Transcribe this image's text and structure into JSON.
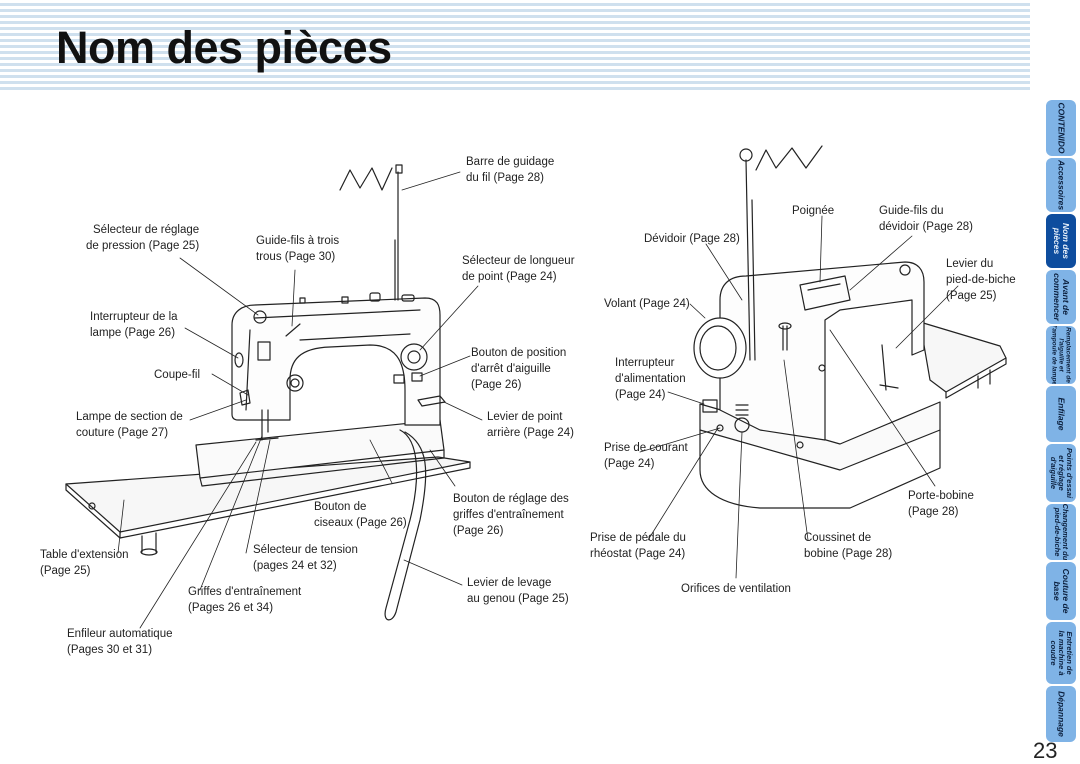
{
  "title": "Nom des pièces",
  "page_number": "23",
  "labels": {
    "barre_guidage": "Barre de guidage\ndu fil (Page 28)",
    "selecteur_pression": "Sélecteur de réglage\nde pression (Page 25)",
    "guide_fils_trois": "Guide-fils à trois\ntrous (Page 30)",
    "selecteur_longueur": "Sélecteur de longueur\nde point (Page 24)",
    "interrupteur_lampe": "Interrupteur de la\nlampe (Page 26)",
    "coupe_fil": "Coupe-fil",
    "bouton_position": "Bouton de position\nd'arrêt d'aiguille\n(Page 26)",
    "lampe_section": "Lampe de section de\ncouture (Page 27)",
    "levier_arriere": "Levier de point\narrière (Page 24)",
    "bouton_ciseaux": "Bouton de\nciseaux (Page 26)",
    "bouton_griffes": "Bouton de réglage des\ngriffes d'entraînement\n(Page 26)",
    "table_extension": "Table d'extension\n(Page 25)",
    "selecteur_tension": "Sélecteur de tension\n(pages 24 et 32)",
    "levier_levage": "Levier de levage\nau genou (Page 25)",
    "griffes": "Griffes d'entraînement\n(Pages 26 et 34)",
    "enfileur": "Enfileur automatique\n(Pages 30 et 31)",
    "poignee": "Poignée",
    "guide_devidoir": "Guide-fils du\ndévidoir (Page 28)",
    "devidoir": "Dévidoir (Page 28)",
    "levier_pied": "Levier du\npied-de-biche\n(Page 25)",
    "volant": "Volant (Page 24)",
    "interrupteur_alim": "Interrupteur\nd'alimentation\n(Page 24)",
    "prise_courant": "Prise de courant\n(Page 24)",
    "porte_bobine": "Porte-bobine\n(Page 28)",
    "prise_pedale": "Prise de pédale du\nrhéostat (Page 24)",
    "coussinet": "Coussinet de\nbobine (Page 28)",
    "orifices": "Orifices de ventilation"
  },
  "tabs": [
    {
      "label": "CONTENIDO"
    },
    {
      "label": "Accessoires"
    },
    {
      "label": "Nom des\npièces"
    },
    {
      "label": "Avant de\ncommencer"
    },
    {
      "label": "Remplacement de\nl'aiguille et\nl'ampoule de lampe"
    },
    {
      "label": "Enfilage"
    },
    {
      "label": "Points d'essai\net réglage\nd'aiguille"
    },
    {
      "label": "Changement du\npied-de-biche"
    },
    {
      "label": "Couture de\nbase"
    },
    {
      "label": "Entretien de\nla machine à\ncoudre"
    },
    {
      "label": "Dépannage"
    }
  ],
  "colors": {
    "tab_blue": "#1c5fb8",
    "tab_light": "#7fb3e6",
    "stripe": "#cfe0ee"
  }
}
